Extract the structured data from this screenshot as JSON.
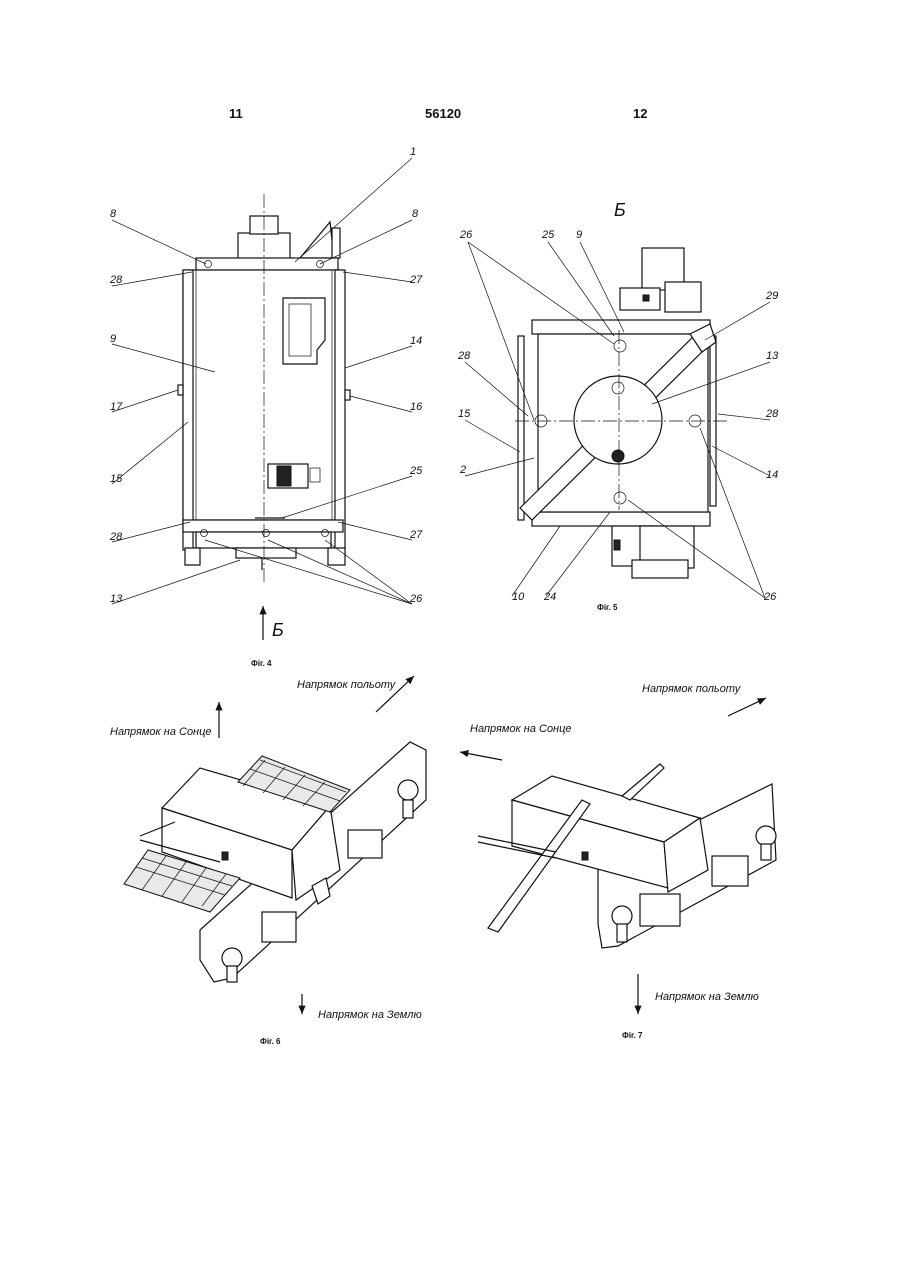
{
  "header": {
    "page_left": "11",
    "patent_number": "56120",
    "page_right": "12"
  },
  "fig4": {
    "caption": "Фіг. 4",
    "view_letter": "Б",
    "labels": {
      "l1": "1",
      "l8a": "8",
      "l8b": "8",
      "l28a": "28",
      "l27a": "27",
      "l9": "9",
      "l14": "14",
      "l17": "17",
      "l16": "16",
      "l15": "15",
      "l25": "25",
      "l28b": "28",
      "l27b": "27",
      "l13": "13",
      "l26": "26"
    }
  },
  "fig5": {
    "caption": "Фіг. 5",
    "view_letter": "Б",
    "labels": {
      "l26a": "26",
      "l25": "25",
      "l9": "9",
      "l29": "29",
      "l28a": "28",
      "l13": "13",
      "l15": "15",
      "l28b": "28",
      "l2": "2",
      "l14": "14",
      "l10": "10",
      "l24": "24",
      "l26b": "26"
    }
  },
  "fig6": {
    "caption": "Фіг. 6",
    "direction_flight": "Напрямок польоту",
    "direction_sun": "Напрямок на Сонце",
    "direction_earth": "Напрямок на Землю"
  },
  "fig7": {
    "caption": "Фіг. 7",
    "direction_flight": "Напрямок польоту",
    "direction_sun": "Напрямок на Сонце",
    "direction_earth": "Напрямок на Землю"
  }
}
